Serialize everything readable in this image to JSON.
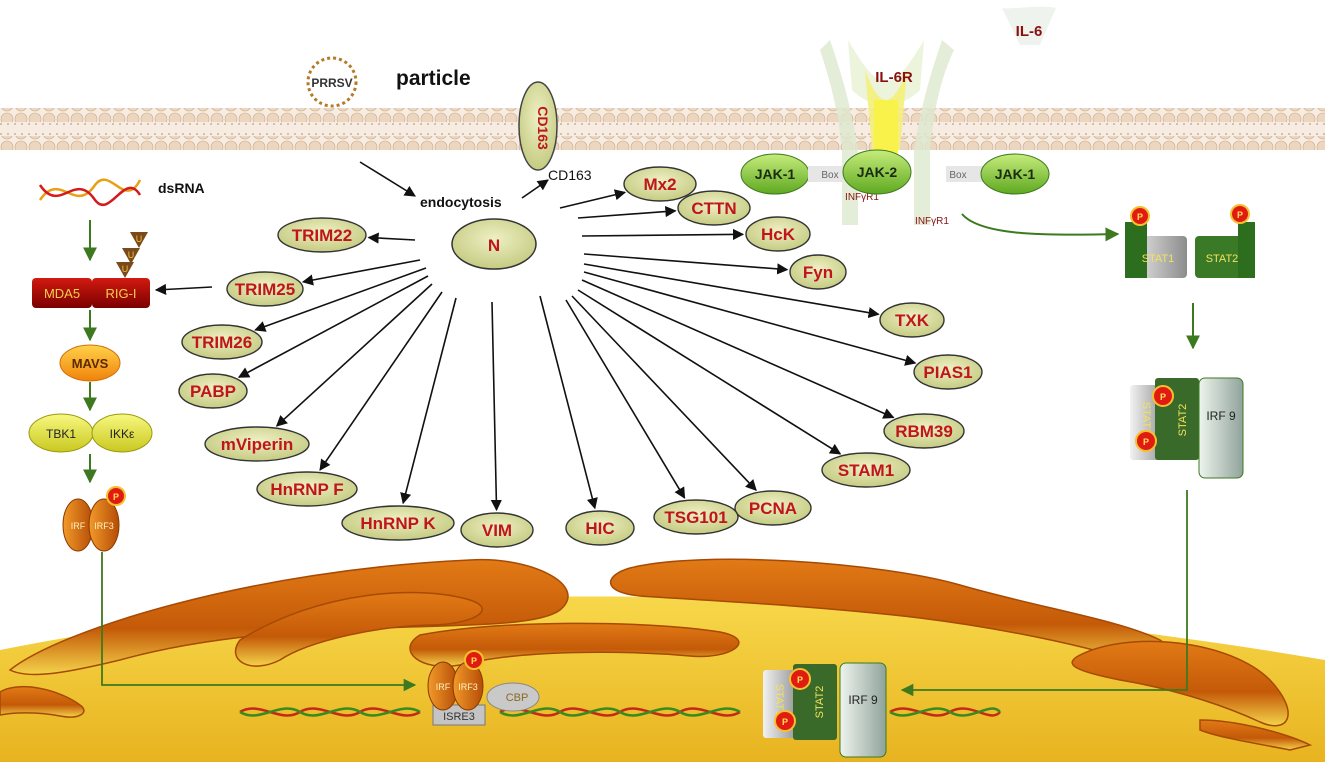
{
  "virus": {
    "badge": "PRRSV",
    "particle": "particle"
  },
  "receptor": {
    "inner": "CD163",
    "outer": "CD163"
  },
  "labels": {
    "endocytosis": "endocytosis",
    "dsrna": "dsRNA"
  },
  "center": "N",
  "partners": [
    "Mx2",
    "CTTN",
    "HcK",
    "Fyn",
    "TXK",
    "PIAS1",
    "RBM39",
    "STAM1",
    "PCNA",
    "TSG101",
    "HIC",
    "VIM",
    "HnRNP K",
    "HnRNP F",
    "mViperin",
    "PABP",
    "TRIM26",
    "TRIM25",
    "TRIM22"
  ],
  "rig_pathway": {
    "mda5": "MDA5",
    "rigi": "RIG-I",
    "ub": "U",
    "mavs": "MAVS",
    "tbk1": "TBK1",
    "ikke": "IKKε",
    "irf": "IRF",
    "irf3": "IRF3",
    "p": "P"
  },
  "jak_pathway": {
    "il6": "IL-6",
    "il6r": "IL-6R",
    "jak1": "JAK-1",
    "jak2": "JAK-2",
    "box": "Box",
    "infr1": "INFγR1",
    "stat1": "STAT1",
    "stat2": "STAT2",
    "irf9": "IRF 9"
  },
  "nucleus": {
    "irf": "IRF",
    "irf3": "IRF3",
    "cbp": "CBP",
    "isre3": "ISRE3",
    "stat1": "STAT1",
    "stat2": "STAT2",
    "irf9": "IRF 9"
  },
  "colors": {
    "node_fill": "#d7dc9b",
    "node_text": "#c0151b",
    "membrane": "#e9d2bc",
    "nucleus": "#f2c72b",
    "arrow_green": "#3d7a1f"
  }
}
